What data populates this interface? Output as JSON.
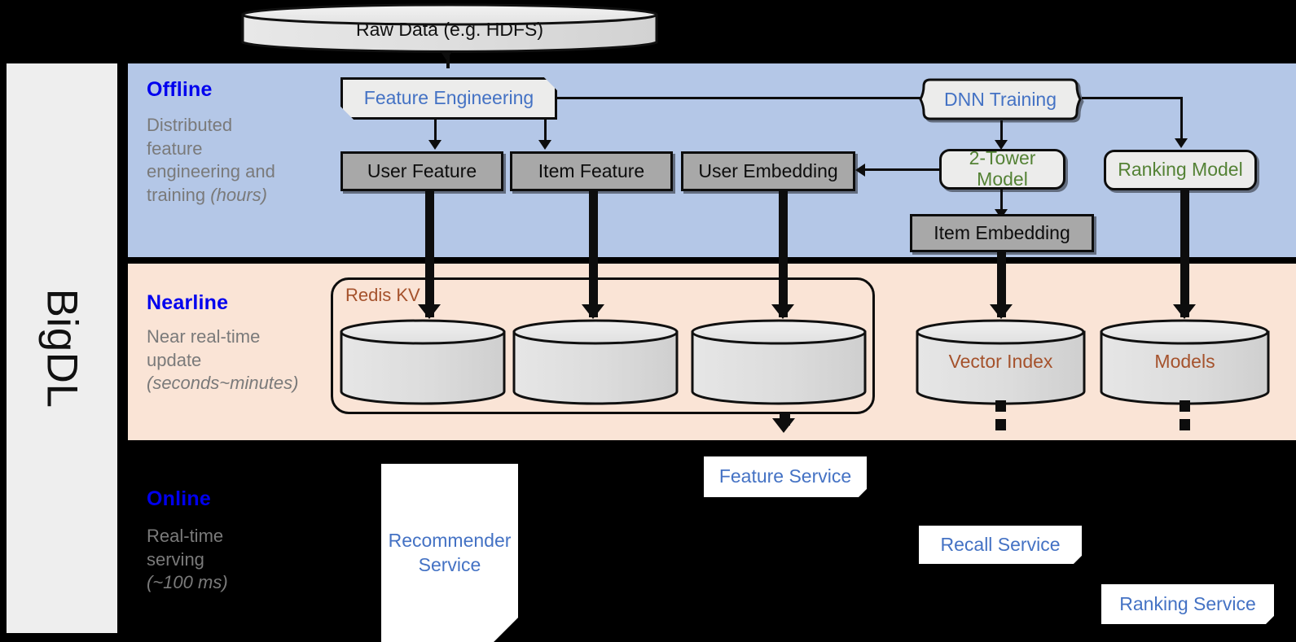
{
  "sidebar": {
    "label": "BigDL"
  },
  "bands": {
    "offline": {
      "title": "Offline",
      "desc_line1": "Distributed",
      "desc_line2": "feature",
      "desc_line3": "engineering and",
      "desc_line4": "training ",
      "desc_italic": "(hours)"
    },
    "nearline": {
      "title": "Nearline",
      "desc_line1": "Near real-time",
      "desc_line2": "update",
      "desc_italic": "(seconds~minutes)"
    },
    "online": {
      "title": "Online",
      "desc_line1": "Real-time",
      "desc_line2": "serving",
      "desc_italic": "(~100 ms)"
    }
  },
  "nodes": {
    "raw_data": "Raw Data (e.g. HDFS)",
    "feature_engineering": "Feature Engineering",
    "dnn_training": "DNN Training",
    "user_feature": "User Feature",
    "item_feature": "Item Feature",
    "user_embedding": "User Embedding",
    "two_tower_model": "2-Tower Model",
    "ranking_model": "Ranking Model",
    "item_embedding": "Item Embedding",
    "redis_kv": "Redis KV",
    "vector_index": "Vector Index",
    "models": "Models",
    "feature_service": "Feature Service",
    "recommender_service_l1": "Recommender",
    "recommender_service_l2": "Service",
    "recall_service": "Recall Service",
    "ranking_service": "Ranking Service"
  },
  "colors": {
    "offline_band": "#b4c7e7",
    "nearline_band": "#fae4d6",
    "online_band": "#000000",
    "band_title": "#0000ee",
    "band_desc": "#7a7a7a",
    "blue_text": "#4472c4",
    "green_text": "#548235",
    "redis_label": "#a5522c",
    "gray_box": "#a8a8a8",
    "light_box": "#ececeb",
    "sidebar": "#eeeeee"
  }
}
